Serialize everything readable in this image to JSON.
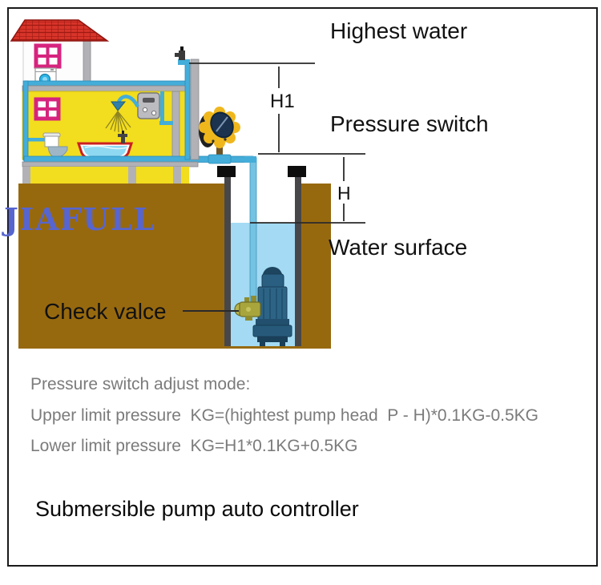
{
  "diagram": {
    "annotations": {
      "highest_water": "Highest water",
      "h1": "H1",
      "pressure_switch": "Pressure switch",
      "h": "H",
      "water_surface": "Water surface",
      "check_valve": "Check valce"
    },
    "watermark": "JIAFULL",
    "notes": {
      "heading": "Pressure switch adjust mode:",
      "upper_limit": "Upper limit pressure  KG=(hightest pump head  P - H)*0.1KG-0.5KG",
      "lower_limit": "Lower limit pressure  KG=H1*0.1KG+0.5KG"
    },
    "caption": "Submersible pump auto controller",
    "colors": {
      "ground_brown": "#97690f",
      "house_yellow": "#f2dd1e",
      "roof_red": "#d8342a",
      "window_pink": "#d6247e",
      "pipe_blue": "#44add9",
      "well_water_blue": "#a4daf3",
      "well_wall_gray": "#47474a",
      "pressure_switch_yellow": "#f0b71d",
      "pump_blue": "#2a5f82",
      "check_valve_brass": "#a8a53c",
      "watermark_blue": "#5765cf",
      "note_gray": "#7b7b7b"
    }
  }
}
